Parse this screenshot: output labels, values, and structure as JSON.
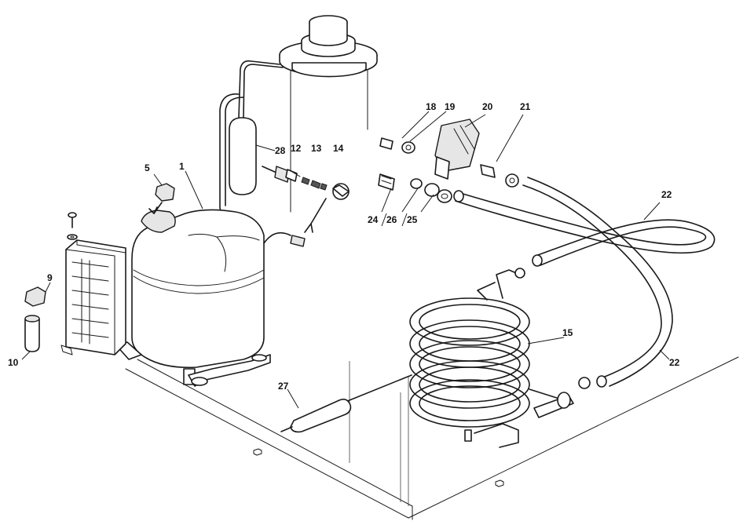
{
  "callouts": {
    "c1": "1",
    "c5": "5",
    "c9": "9",
    "c10": "10",
    "c12": "12",
    "c13": "13",
    "c14": "14",
    "c15": "15",
    "c18": "18",
    "c19": "19",
    "c20": "20",
    "c21": "21",
    "c22a": "22",
    "c22b": "22",
    "c24": "24",
    "c25": "25",
    "c26": "26",
    "c27": "27",
    "c28": "28"
  }
}
